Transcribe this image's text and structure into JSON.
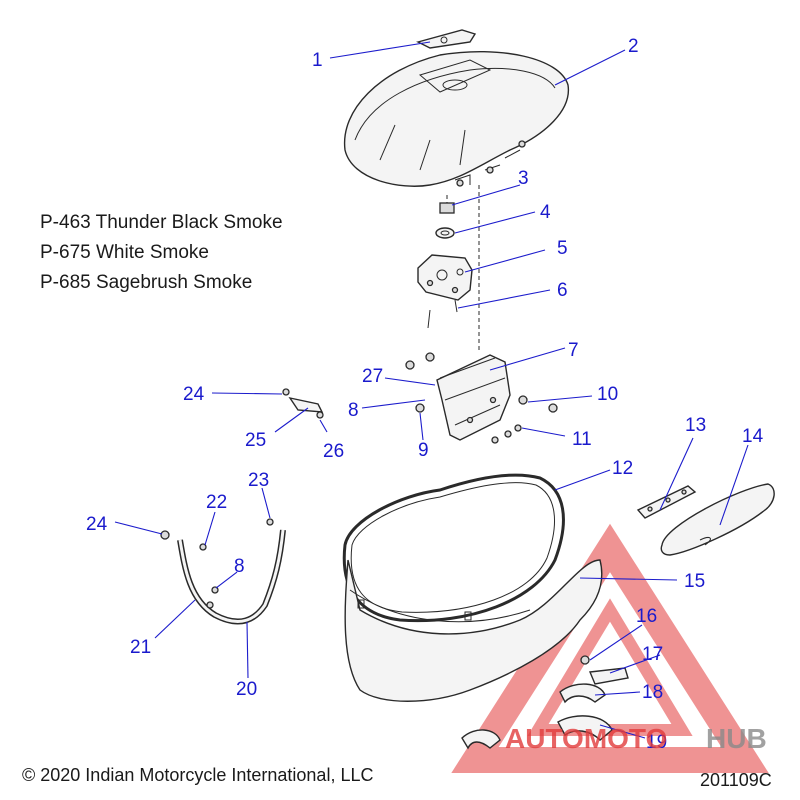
{
  "notes": [
    "P-463 Thunder Black Smoke",
    "P-675 White Smoke",
    "P-685 Sagebrush Smoke"
  ],
  "copyright": "© 2020 Indian Motorcycle International, LLC",
  "figure_id": "201109C",
  "watermark": {
    "text_red": "AUTOMOTO",
    "text_gray": "HUB",
    "color_red": "#e23b3b",
    "color_gray": "#8a8a8a"
  },
  "callout_color": "#1a1acc",
  "callouts": [
    "1",
    "2",
    "3",
    "4",
    "5",
    "6",
    "7",
    "27",
    "8",
    "9",
    "10",
    "11",
    "24",
    "25",
    "26",
    "12",
    "13",
    "14",
    "15",
    "16",
    "17",
    "18",
    "19",
    "20",
    "21",
    "22",
    "23",
    "24",
    "8"
  ]
}
